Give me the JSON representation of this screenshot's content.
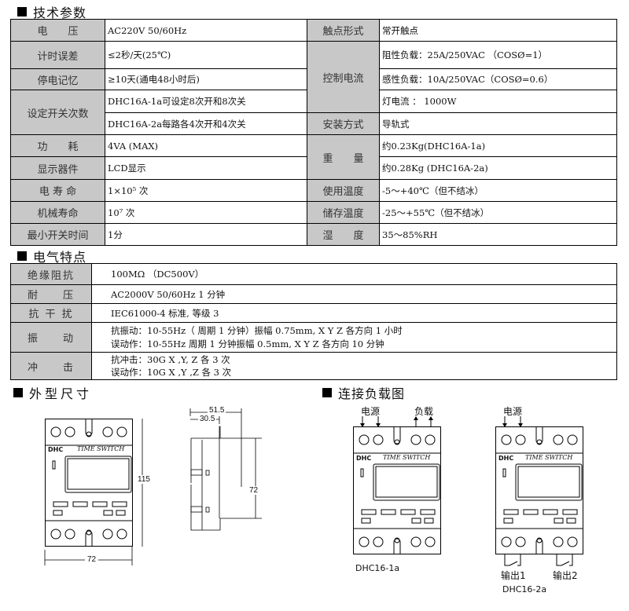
{
  "sections": {
    "tech": "技术参数",
    "elec": "电气特点",
    "dims": "外型尺寸",
    "wiring": "连接负载图"
  },
  "tech_table": {
    "voltage": {
      "label": "电　　压",
      "value": "AC220V 50/60Hz"
    },
    "timing_error": {
      "label": "计时误差",
      "value": "≤2秒/天(25℃)"
    },
    "memory": {
      "label": "停电记忆",
      "value": "≥10天(通电48小时后)"
    },
    "switch_count": {
      "label": "设定开关次数",
      "value1": "DHC16A-1a可设定8次开和8次关",
      "value2": "DHC16A-2a每路各4次开和4次关"
    },
    "power": {
      "label": "功　　耗",
      "value": "4VA (MAX)"
    },
    "display": {
      "label": "显示器件",
      "value": "LCD显示"
    },
    "elec_life": {
      "label": "电 寿 命",
      "value": "1×10⁵ 次"
    },
    "mech_life": {
      "label": "机械寿命",
      "value": "10⁷ 次"
    },
    "min_time": {
      "label": "最小开关时间",
      "value": "1分"
    },
    "contact": {
      "label": "触点形式",
      "value": "常开触点"
    },
    "control_current": {
      "label": "控制电流",
      "resistive": "阻性负载：25A/250VAC （COSØ=1）",
      "inductive": "感性负载：10A/250VAC（COSØ=0.6）",
      "lamp": "灯电流 ： 1000W"
    },
    "mounting": {
      "label": "安装方式",
      "value": "导轨式"
    },
    "weight": {
      "label": "重　　量",
      "value1": "约0.23Kg(DHC16A-1a)",
      "value2": "约0.28Kg (DHC16A-2a)"
    },
    "op_temp": {
      "label": "使用温度",
      "value": "-5～+40℃（但不结冰）"
    },
    "store_temp": {
      "label": "储存温度",
      "value": "-25～+55℃（但不结冰）"
    },
    "humidity": {
      "label": "湿　　度",
      "value": "35～85%RH"
    }
  },
  "elec_table": [
    {
      "label": "绝缘阻抗",
      "lines": [
        "100MΩ （DC500V）"
      ]
    },
    {
      "label": "耐　　压",
      "lines": [
        "AC2000V 50/60Hz 1 分钟"
      ]
    },
    {
      "label": "抗 干 扰",
      "lines": [
        "IEC61000-4 标准, 等级 3"
      ]
    },
    {
      "label": "振　　动",
      "lines": [
        "抗振动：10-55Hz（ 周期 1 分钟）振幅 0.75mm, X Y Z 各方向 1 小时",
        "误动作：10-55Hz 周期 1 分钟振幅 0.5mm, X Y Z 各方向 10 分钟"
      ]
    },
    {
      "label": "冲　　击",
      "lines": [
        "抗冲击：30G X ,Y, Z 各 3 次",
        "误动作：10G X ,Y ,Z 各 3 次"
      ]
    }
  ],
  "dimensions": {
    "height": "115",
    "width": "72",
    "depth_total": "51.5",
    "depth_front": "30.5",
    "rail": "72"
  },
  "device": {
    "brand": "DHC",
    "title": "TIME SWITCH"
  },
  "wiring": {
    "power": "电源",
    "load": "负载",
    "out1": "输出1",
    "out2": "输出2",
    "model1": "DHC16-1a",
    "model2": "DHC16-2a"
  }
}
